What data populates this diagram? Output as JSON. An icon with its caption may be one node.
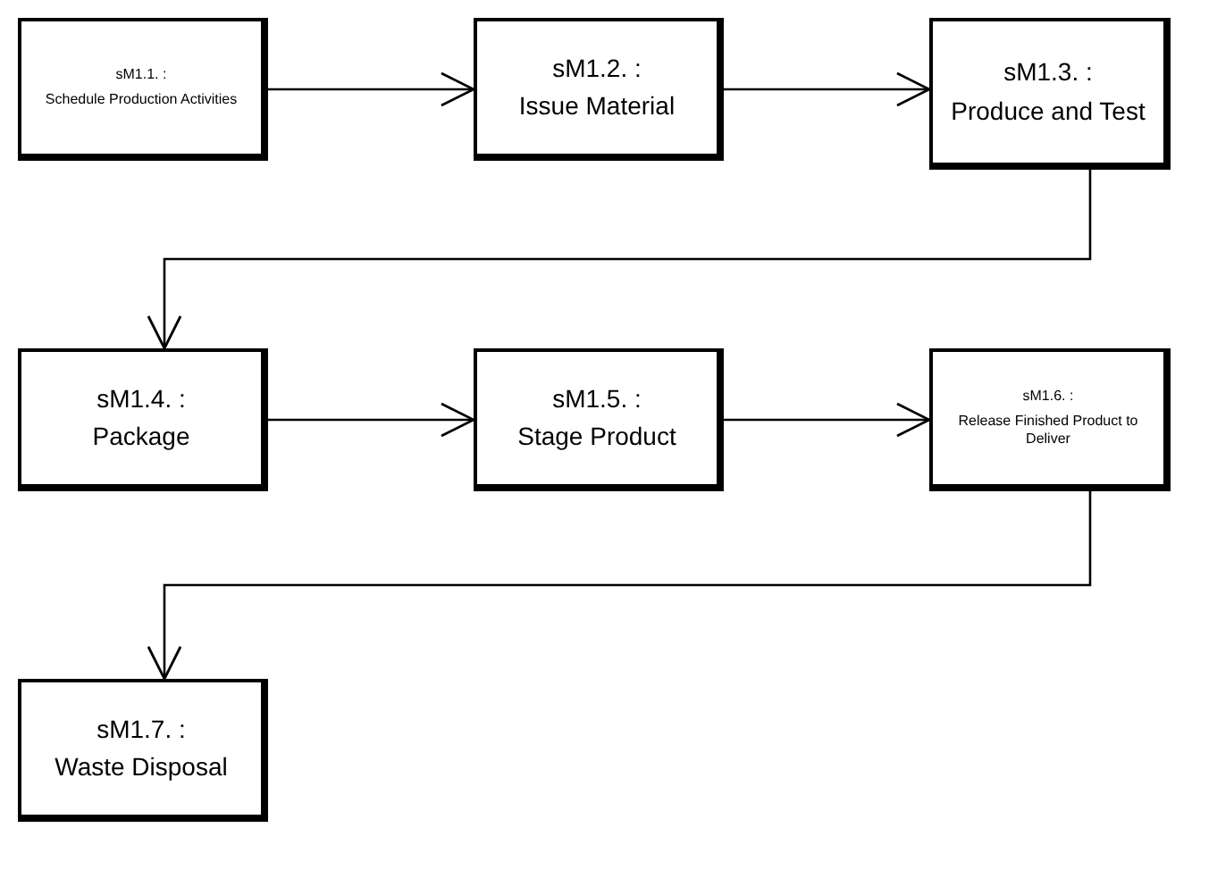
{
  "diagram": {
    "nodes": [
      {
        "text": [
          "sM1.1. :",
          "Schedule Production Activities"
        ]
      },
      {
        "text": [
          "sM1.2. :",
          "Issue Material"
        ]
      },
      {
        "text": [
          "sM1.3. :",
          "Produce and Test"
        ]
      },
      {
        "text": [
          "sM1.4. :",
          "Package"
        ]
      },
      {
        "text": [
          "sM1.5. :",
          "Stage Product"
        ]
      },
      {
        "text": [
          "sM1.6. :",
          "Release Finished Product to Deliver"
        ]
      },
      {
        "text": [
          "sM1.7. :",
          "Waste Disposal"
        ]
      }
    ],
    "edges": [
      {
        "from": 0,
        "to": 1,
        "arrow": "to"
      },
      {
        "from": 1,
        "to": 2,
        "arrow": "to"
      },
      {
        "from": 2,
        "to": 3,
        "arrow": "to"
      },
      {
        "from": 3,
        "to": 4,
        "arrow": "to"
      },
      {
        "from": 4,
        "to": 5,
        "arrow": "to"
      },
      {
        "from": 5,
        "to": 6,
        "arrow": "to"
      }
    ]
  }
}
